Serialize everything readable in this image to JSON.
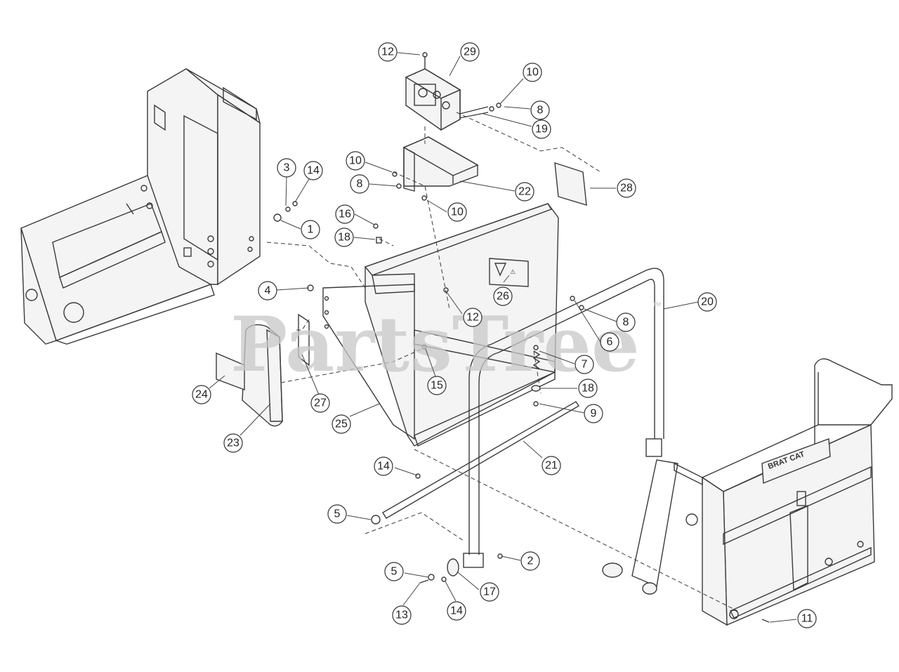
{
  "watermark": {
    "text": "PartsTree",
    "trademark": "™"
  },
  "callouts": [
    {
      "label": "12"
    },
    {
      "label": "29"
    },
    {
      "label": "10"
    },
    {
      "label": "8"
    },
    {
      "label": "19"
    },
    {
      "label": "10"
    },
    {
      "label": "8"
    },
    {
      "label": "22"
    },
    {
      "label": "10"
    },
    {
      "label": "28"
    },
    {
      "label": "3"
    },
    {
      "label": "14"
    },
    {
      "label": "1"
    },
    {
      "label": "16"
    },
    {
      "label": "18"
    },
    {
      "label": "4"
    },
    {
      "label": "12"
    },
    {
      "label": "26"
    },
    {
      "label": "20"
    },
    {
      "label": "8"
    },
    {
      "label": "6"
    },
    {
      "label": "7"
    },
    {
      "label": "15"
    },
    {
      "label": "18"
    },
    {
      "label": "9"
    },
    {
      "label": "24"
    },
    {
      "label": "27"
    },
    {
      "label": "23"
    },
    {
      "label": "25"
    },
    {
      "label": "21"
    },
    {
      "label": "14"
    },
    {
      "label": "5"
    },
    {
      "label": "2"
    },
    {
      "label": "5"
    },
    {
      "label": "17"
    },
    {
      "label": "13"
    },
    {
      "label": "14"
    },
    {
      "label": "11"
    }
  ],
  "hopper_decal": {
    "brand": "BRAT CAT"
  },
  "colors": {
    "line": "#3a3a3a",
    "watermark": "#c8c8c8"
  }
}
